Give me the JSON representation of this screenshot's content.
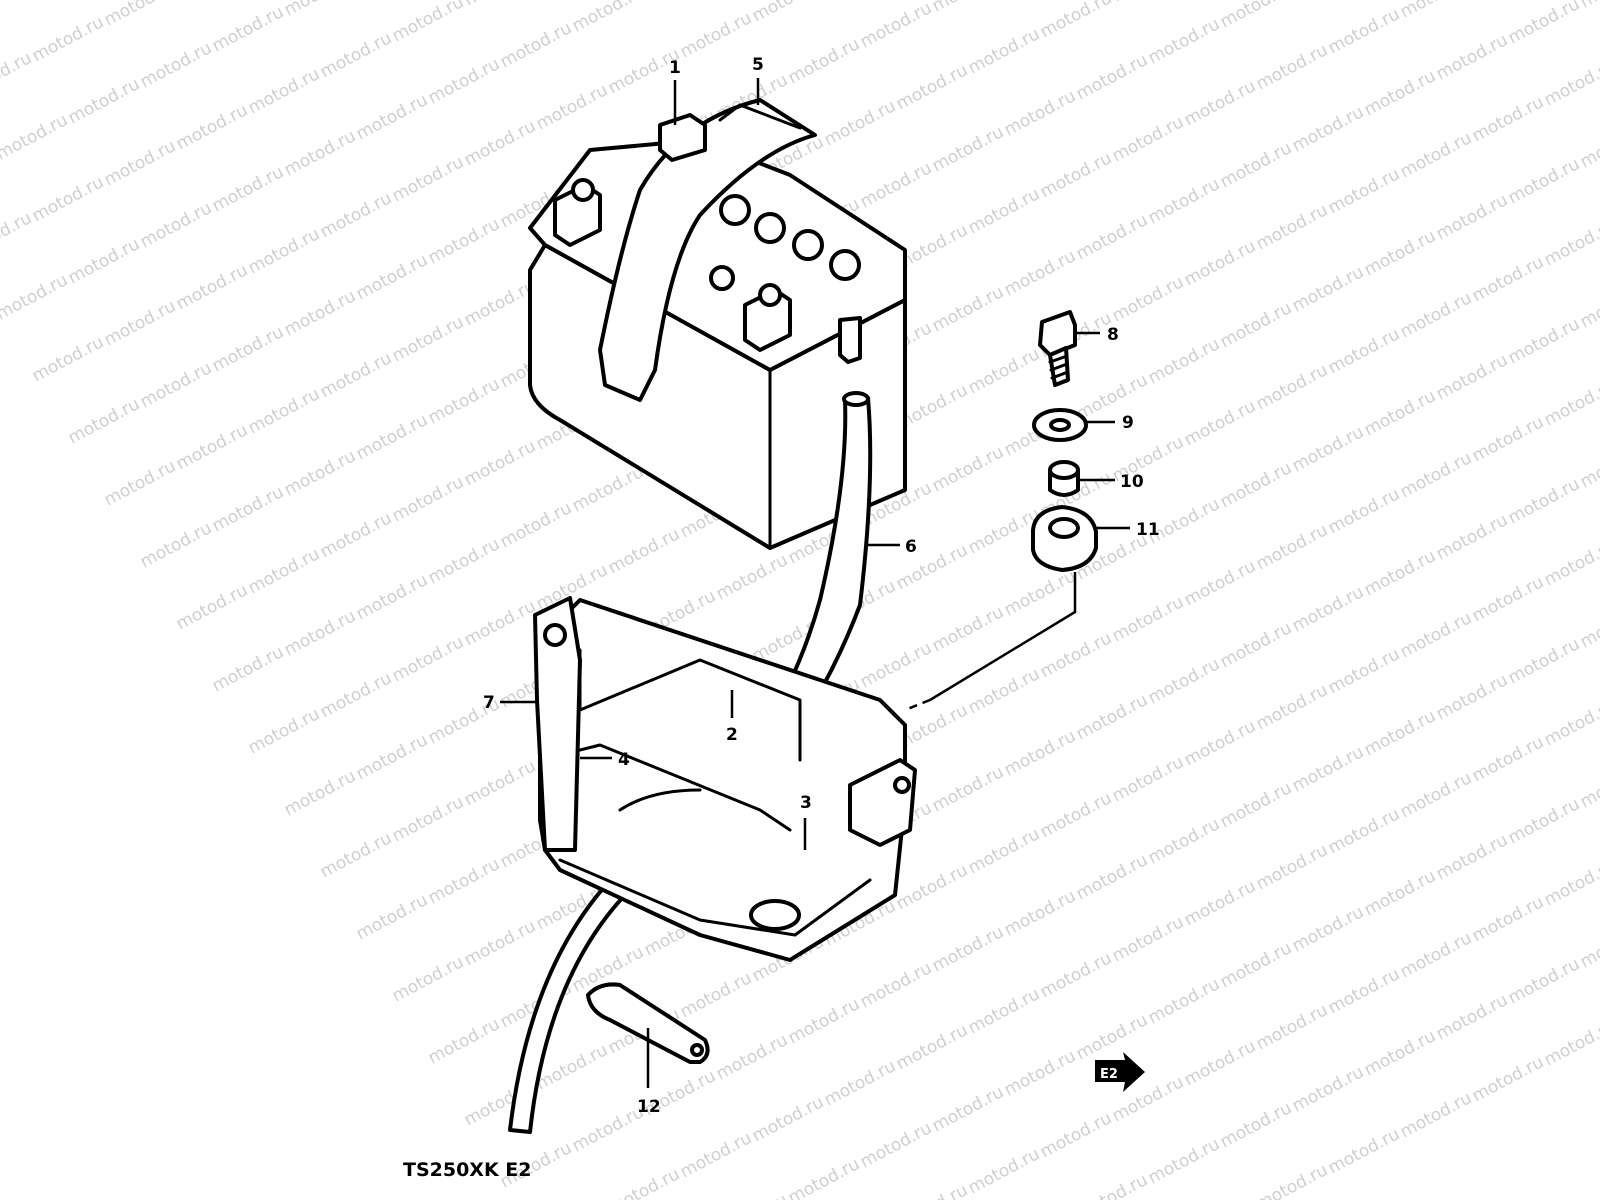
{
  "watermark": {
    "text": "motod.ru"
  },
  "callouts": [
    "1",
    "2",
    "3",
    "4",
    "5",
    "6",
    "7",
    "8",
    "9",
    "10",
    "11",
    "12"
  ],
  "model_code": "TS250XK E2",
  "direction_marker": "E2"
}
